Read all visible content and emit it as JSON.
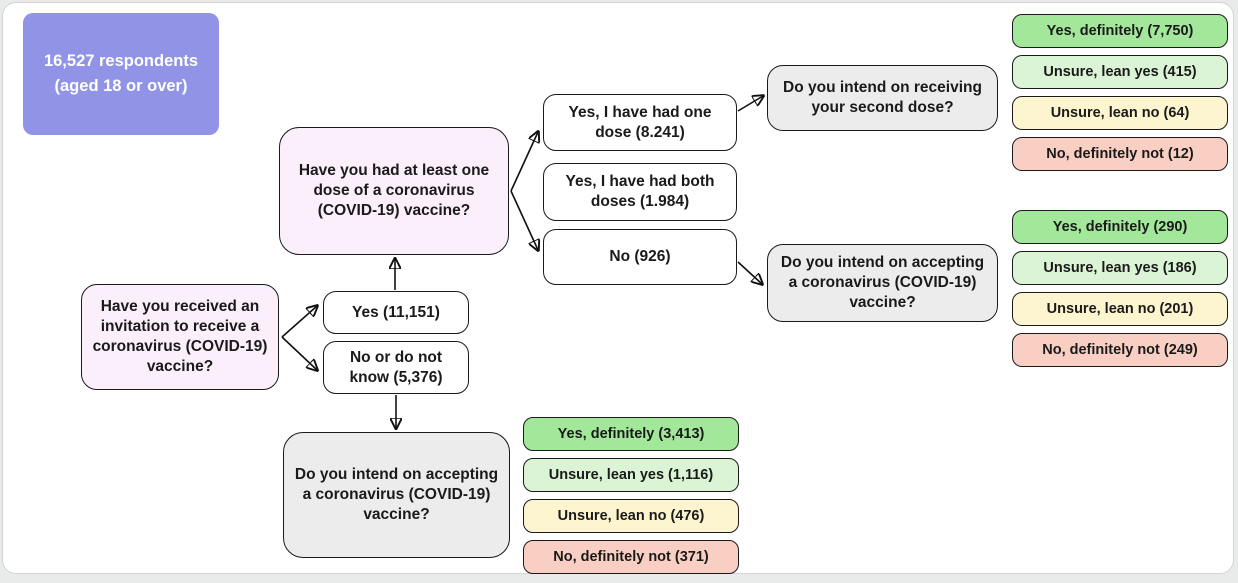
{
  "colors": {
    "purple": "#9194e6",
    "pink": "#fbeffb",
    "gray": "#ececec",
    "green": "#a3e79a",
    "light_green": "#dcf4d6",
    "yellow": "#fdf5cf",
    "salmon": "#f8cfc2"
  },
  "flow": {
    "root": {
      "label": "16,527 respondents (aged 18 or over)"
    },
    "invitation_question": {
      "label": "Have you received an invitation to receive a coronavirus (COVID-19) vaccine?"
    },
    "invitation_answers": [
      {
        "label": "Yes (11,151)"
      },
      {
        "label": "No or do not know (5,376)"
      }
    ],
    "dose_question": {
      "label": "Have you had at least one dose of a coronavirus (COVID-19) vaccine?"
    },
    "dose_answers": [
      {
        "label": "Yes, I have had one dose (8.241)"
      },
      {
        "label": "Yes, I have had both doses (1.984)"
      },
      {
        "label": "No (926)"
      }
    ],
    "second_dose_question": {
      "label": "Do you intend on receiving your second dose?"
    },
    "accept_question_right": {
      "label": "Do you intend on accepting a coronavirus (COVID-19) vaccine?"
    },
    "accept_question_bottom": {
      "label": "Do you intend on accepting a coronavirus (COVID-19) vaccine?"
    },
    "second_dose_outcomes": [
      {
        "label": "Yes, definitely (7,750)",
        "color": "green"
      },
      {
        "label": "Unsure, lean yes (415)",
        "color": "light_green"
      },
      {
        "label": "Unsure, lean no (64)",
        "color": "yellow"
      },
      {
        "label": "No, definitely not (12)",
        "color": "salmon"
      }
    ],
    "accept_right_outcomes": [
      {
        "label": "Yes, definitely (290)",
        "color": "green"
      },
      {
        "label": "Unsure, lean yes (186)",
        "color": "light_green"
      },
      {
        "label": "Unsure, lean no (201)",
        "color": "yellow"
      },
      {
        "label": "No, definitely not (249)",
        "color": "salmon"
      }
    ],
    "accept_bottom_outcomes": [
      {
        "label": "Yes, definitely (3,413)",
        "color": "green"
      },
      {
        "label": "Unsure, lean yes (1,116)",
        "color": "light_green"
      },
      {
        "label": "Unsure, lean no (476)",
        "color": "yellow"
      },
      {
        "label": "No, definitely not (371)",
        "color": "salmon"
      }
    ]
  }
}
